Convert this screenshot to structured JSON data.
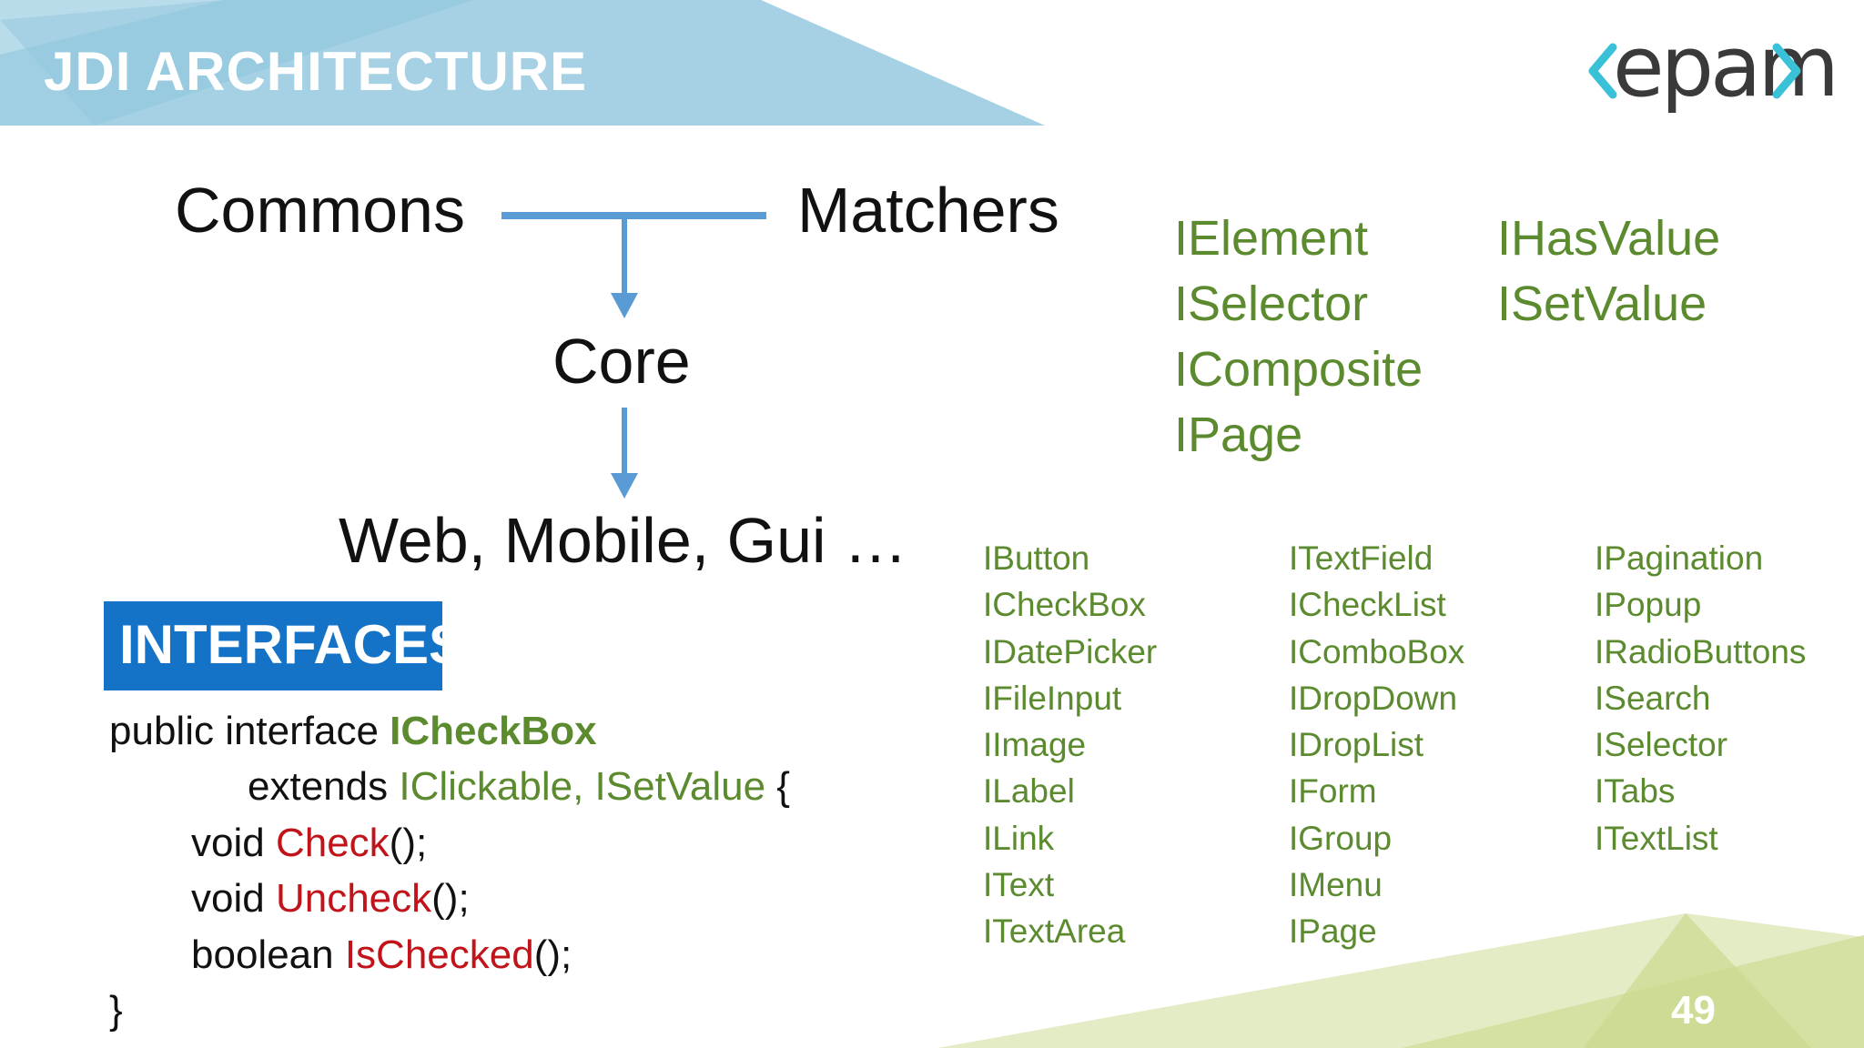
{
  "slide": {
    "title": "JDI ARCHITECTURE",
    "page_number": "49"
  },
  "logo": {
    "text": "epam"
  },
  "colors": {
    "header_light": "#b7dcea",
    "header_mid": "#8fc6dd",
    "interface_green": "#5b8a2f",
    "method_red": "#c0141a",
    "badge_blue": "#1473c7",
    "arrow_blue": "#5b9bd5",
    "footer_green": "#d9e5b0"
  },
  "diagram": {
    "commons": "Commons",
    "matchers": "Matchers",
    "core": "Core",
    "platforms": "Web, Mobile, Gui …"
  },
  "core_interfaces": {
    "col1": [
      "IElement",
      "ISelector",
      "IComposite",
      "IPage"
    ],
    "col2": [
      "IHasValue",
      "ISetValue"
    ]
  },
  "element_interfaces": {
    "col1": [
      "IButton",
      "ICheckBox",
      "IDatePicker",
      "IFileInput",
      "IImage",
      "ILabel",
      "ILink",
      "IText",
      "ITextArea"
    ],
    "col2": [
      "ITextField",
      "ICheckList",
      "IComboBox",
      "IDropDown",
      "IDropList",
      "IForm",
      "IGroup",
      "IMenu",
      "IPage"
    ],
    "col3": [
      "IPagination",
      "IPopup",
      "IRadioButtons",
      "ISearch",
      "ISelector",
      "ITabs",
      "ITextList"
    ]
  },
  "interfaces_badge": "INTERFACES",
  "code": {
    "l1_kw": "public interface ",
    "l1_name": "ICheckBox",
    "l2_kw": "extends ",
    "l2_types": "IClickable, ISetValue",
    "l2_end": " {",
    "l3_kw": "void ",
    "l3_method": "Check",
    "l3_end": "();",
    "l4_kw": "void ",
    "l4_method": "Uncheck",
    "l4_end": "();",
    "l5_kw": "boolean ",
    "l5_method": "IsChecked",
    "l5_end": "();",
    "l6": "}"
  }
}
